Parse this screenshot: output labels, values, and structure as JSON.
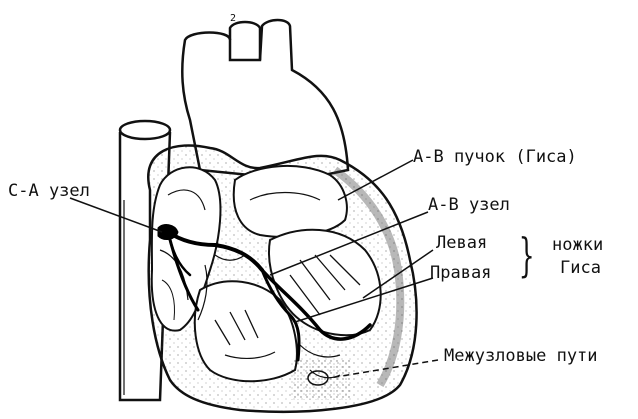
{
  "labels": {
    "sa_node": "С-А узел",
    "av_bundle": "А-В пучок (Гиса)",
    "av_node": "А-В узел",
    "left_bundle": "Левая",
    "right_bundle": "Правая",
    "bundle_branches_line1": "ножки",
    "bundle_branches_line2": "Гиса",
    "internodal_paths": "Межузловые пути",
    "aorta_number": "2"
  },
  "colors": {
    "ink": "#111111",
    "background": "#ffffff"
  }
}
